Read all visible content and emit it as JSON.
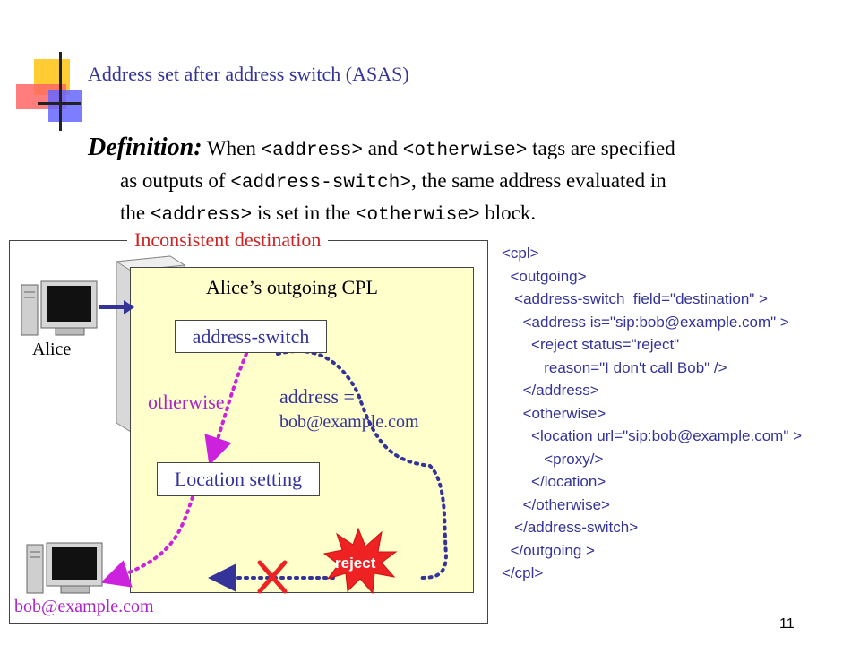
{
  "slide": {
    "title": "Address set after address switch (ASAS)",
    "page_number": "11"
  },
  "definition": {
    "term": "Definition:",
    "line1": [
      {
        "t": " When ",
        "mono": false
      },
      {
        "t": "<address>",
        "mono": true
      },
      {
        "t": " and ",
        "mono": false
      },
      {
        "t": "<otherwise>",
        "mono": true
      },
      {
        "t": " tags are specified",
        "mono": false
      }
    ],
    "line2": [
      {
        "t": "as outputs of ",
        "mono": false
      },
      {
        "t": "<address-switch>",
        "mono": true
      },
      {
        "t": ", the same address evaluated in",
        "mono": false
      }
    ],
    "line3": [
      {
        "t": "the ",
        "mono": false
      },
      {
        "t": "<address>",
        "mono": true
      },
      {
        "t": " is set in the ",
        "mono": false
      },
      {
        "t": "<otherwise>",
        "mono": true
      },
      {
        "t": " block.",
        "mono": false
      }
    ]
  },
  "diagram": {
    "frame_label": "Inconsistent destination",
    "cpl_title": "Alice’s outgoing CPL",
    "switch_node": "address-switch",
    "location_node": "Location setting",
    "otherwise_label": "otherwise",
    "address_label": "address =",
    "address_value": "bob@example.com",
    "alice_label": "Alice",
    "bob_label": "bob@example.com",
    "reject_label": "reject",
    "colors": {
      "purple_dotted": "#cc22dd",
      "blue_dotted": "#333399",
      "cross_red": "#ee2222",
      "starburst_red": "#ee2222",
      "cpl_box_fill": "#ffffcc"
    }
  },
  "code_lines": [
    "<cpl>",
    "  <outgoing>",
    "   <address-switch  field=\"destination\" >",
    "     <address is=\"sip:bob@example.com\" >",
    "       <reject status=\"reject\"",
    "          reason=\"I don't call Bob\" />",
    "     </address>",
    "     <otherwise>",
    "       <location url=\"sip:bob@example.com\" >",
    "          <proxy/>",
    "       </location>",
    "     </otherwise>",
    "   </address-switch>",
    "  </outgoing >",
    "</cpl>"
  ]
}
